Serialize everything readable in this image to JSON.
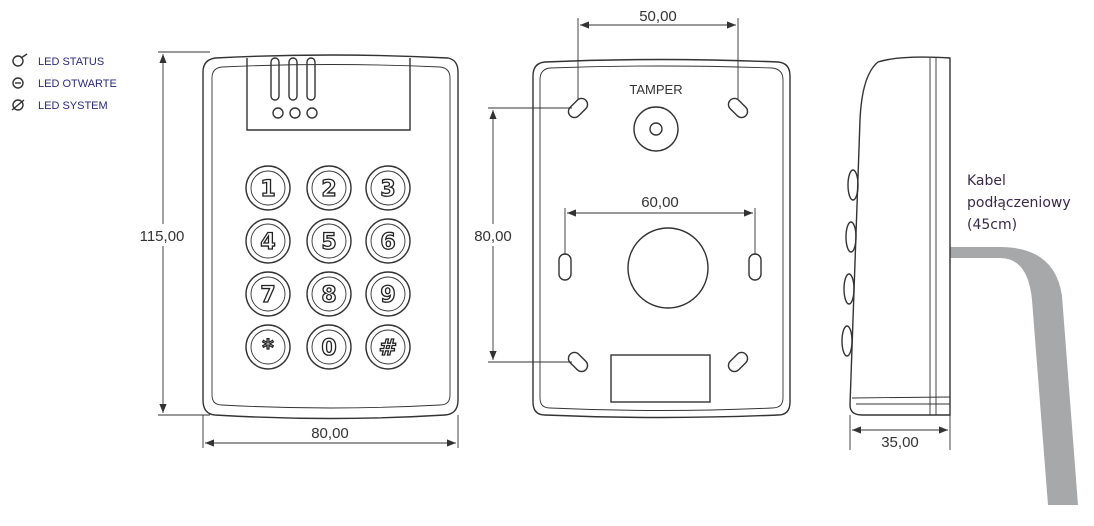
{
  "legend": [
    {
      "icon": "led-status-icon",
      "label": "LED STATUS"
    },
    {
      "icon": "led-open-icon",
      "label": "LED OTWARTE"
    },
    {
      "icon": "led-system-icon",
      "label": "LED SYSTEM"
    }
  ],
  "front": {
    "height_dim": "115,00",
    "width_dim": "80,00",
    "keys": [
      "1",
      "2",
      "3",
      "4",
      "5",
      "6",
      "7",
      "8",
      "9",
      "*",
      "0",
      "#"
    ]
  },
  "back": {
    "tamper": "TAMPER",
    "top_dim": "50,00",
    "mid_dim": "60,00",
    "vertical_dim": "80,00"
  },
  "side": {
    "depth_dim": "35,00",
    "cable_label": [
      "Kabel",
      "podłączeniowy",
      "(45cm)"
    ]
  },
  "colors": {
    "line": "#333333",
    "cable": "#a7a8aa",
    "legend_text": "#2a2a7a"
  }
}
